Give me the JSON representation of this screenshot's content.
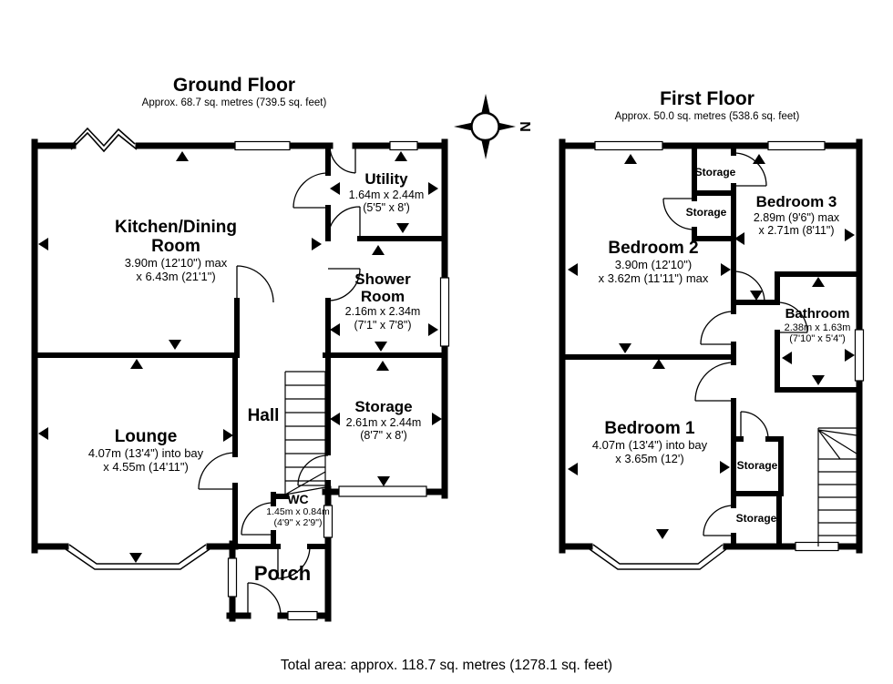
{
  "compass": {
    "letter": "N"
  },
  "footer": {
    "total_area": "Total area: approx. 118.7 sq. metres (1278.1 sq. feet)"
  },
  "ground_floor": {
    "title": "Ground Floor",
    "subtitle": "Approx. 68.7 sq. metres (739.5 sq. feet)",
    "rooms": {
      "kitchen_dining": {
        "name": "Kitchen/Dining Room",
        "dim1": "3.90m (12'10\") max",
        "dim2": "x 6.43m (21'1\")"
      },
      "utility": {
        "name": "Utility",
        "dim1": "1.64m x 2.44m",
        "dim2": "(5'5\" x 8')"
      },
      "shower_room": {
        "name": "Shower Room",
        "dim1": "2.16m x 2.34m",
        "dim2": "(7'1\" x 7'8\")"
      },
      "storage": {
        "name": "Storage",
        "dim1": "2.61m x 2.44m",
        "dim2": "(8'7\" x 8')"
      },
      "hall": {
        "name": "Hall"
      },
      "lounge": {
        "name": "Lounge",
        "dim1": "4.07m (13'4\") into bay",
        "dim2": "x 4.55m (14'11\")"
      },
      "wc": {
        "name": "WC",
        "dim1": "1.45m x 0.84m",
        "dim2": "(4'9\" x 2'9\")"
      },
      "porch": {
        "name": "Porch"
      }
    }
  },
  "first_floor": {
    "title": "First Floor",
    "subtitle": "Approx. 50.0 sq. metres (538.6 sq. feet)",
    "rooms": {
      "bedroom2": {
        "name": "Bedroom 2",
        "dim1": "3.90m (12'10\")",
        "dim2": "x 3.62m (11'11\") max"
      },
      "bedroom3": {
        "name": "Bedroom 3",
        "dim1": "2.89m (9'6\") max",
        "dim2": "x 2.71m (8'11\")"
      },
      "bathroom": {
        "name": "Bathroom",
        "dim1": "2.38m x 1.63m",
        "dim2": "(7'10\" x 5'4\")"
      },
      "bedroom1": {
        "name": "Bedroom 1",
        "dim1": "4.07m (13'4\") into bay",
        "dim2": "x 3.65m (12')"
      },
      "storage_top1": {
        "name": "Storage"
      },
      "storage_top2": {
        "name": "Storage"
      },
      "storage_bottom1": {
        "name": "Storage"
      },
      "storage_bottom2": {
        "name": "Storage"
      }
    }
  }
}
